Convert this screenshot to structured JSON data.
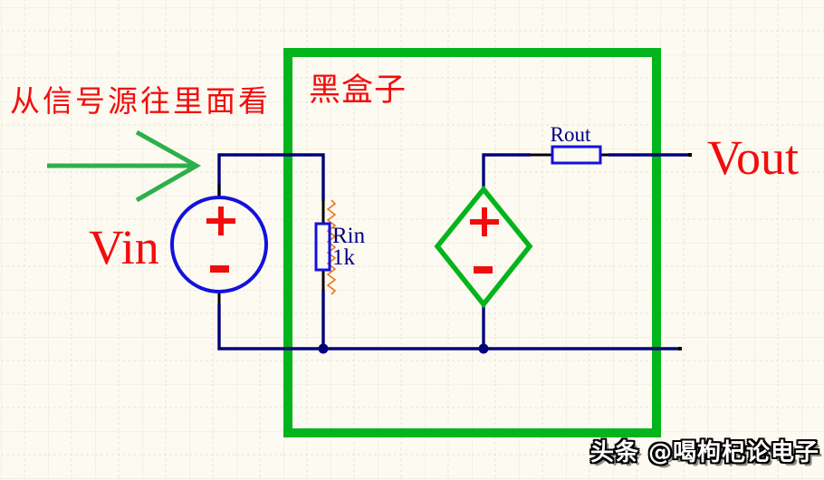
{
  "annotations": {
    "view_note": "从信号源往里面看",
    "black_box": "黑盒子",
    "watermark": "头条 @喝枸杞论电子"
  },
  "components": {
    "vin": {
      "label": "Vin",
      "plus": "+",
      "minus": "-"
    },
    "rin": {
      "designator": "Rin",
      "value": "1k"
    },
    "dependent_source": {
      "plus": "+",
      "minus": "-"
    },
    "rout": {
      "designator": "Rout"
    },
    "vout": {
      "label": "Vout"
    }
  },
  "colors": {
    "background": "#fdfaf1",
    "wire_navy": "#01017a",
    "symbol_blue": "#1212dd",
    "label_navy": "#000082",
    "text_red": "#f20d0d",
    "box_green": "#04b41c",
    "arrow_green": "#2cb04c",
    "zigzag_orange": "#e8761c",
    "pin_black": "#000000"
  }
}
